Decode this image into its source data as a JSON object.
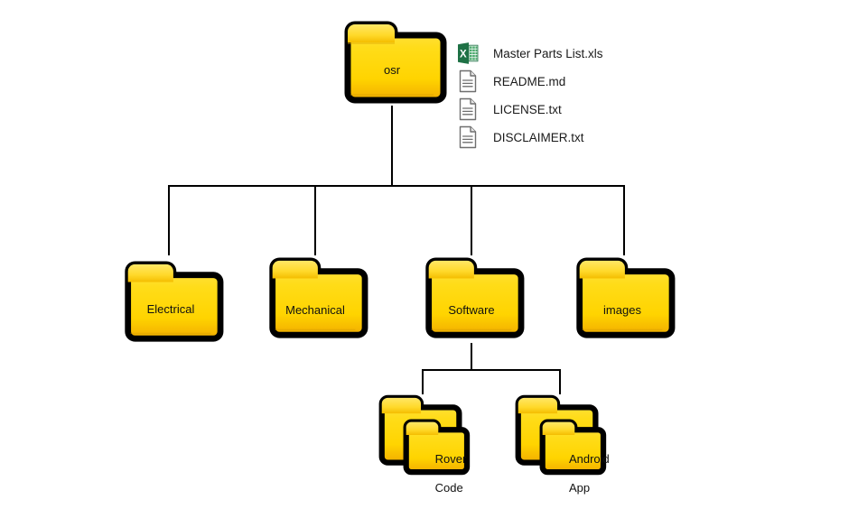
{
  "diagram": {
    "title": "osr repository folder structure",
    "type": "folder-tree",
    "colors": {
      "folder_outline": "#000000",
      "folder_light": "#ffe34d",
      "folder_mid": "#ffd500",
      "folder_deep": "#f0b400",
      "line": "#000000",
      "text": "#111111",
      "excel_green": "#1e7145",
      "excel_green_dark": "#11582e",
      "doc_outline": "#6f6f6f"
    }
  },
  "root": {
    "name": "osr",
    "icon": "folder-icon"
  },
  "root_files": [
    {
      "name": "Master Parts List.xls",
      "icon": "excel-file-icon"
    },
    {
      "name": "README.md",
      "icon": "text-file-icon"
    },
    {
      "name": "LICENSE.txt",
      "icon": "text-file-icon"
    },
    {
      "name": "DISCLAIMER.txt",
      "icon": "text-file-icon"
    }
  ],
  "children": [
    {
      "name": "Electrical",
      "icon": "folder-icon"
    },
    {
      "name": "Mechanical",
      "icon": "folder-icon"
    },
    {
      "name": "Software",
      "icon": "folder-icon"
    },
    {
      "name": "images",
      "icon": "folder-icon"
    }
  ],
  "software_children": [
    {
      "line1": "Rover",
      "line2": "Code",
      "icon": "nested-folder-icon"
    },
    {
      "line1": "Android",
      "line2": "App",
      "icon": "nested-folder-icon"
    }
  ]
}
